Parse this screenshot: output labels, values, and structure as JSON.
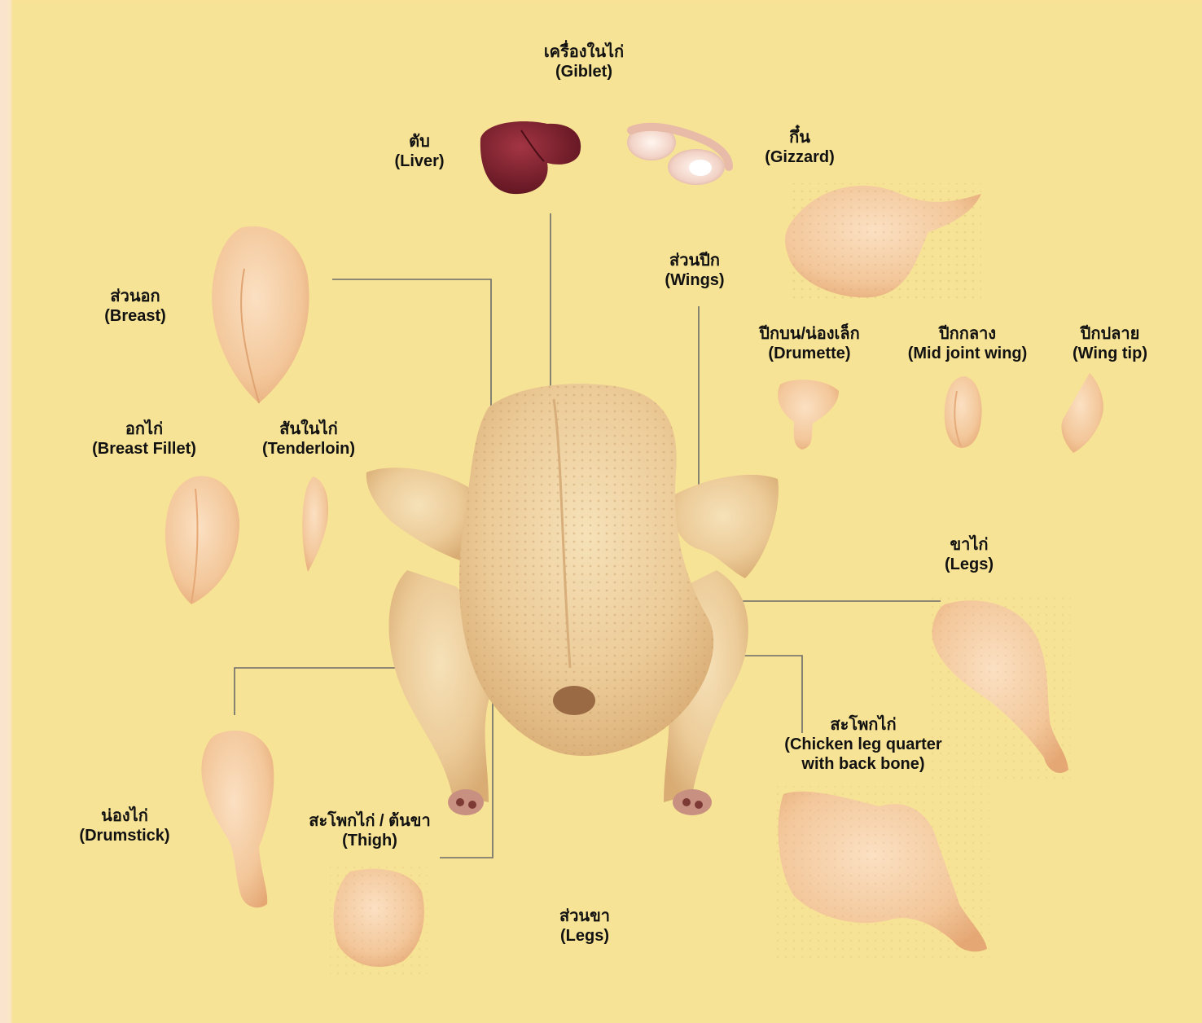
{
  "labels": {
    "giblet": {
      "th": "เครื่องในไก่",
      "en": "(Giblet)"
    },
    "liver": {
      "th": "ตับ",
      "en": "(Liver)"
    },
    "gizzard": {
      "th": "กึ๋น",
      "en": "(Gizzard)"
    },
    "breast": {
      "th": "ส่วนอก",
      "en": "(Breast)"
    },
    "wings": {
      "th": "ส่วนปีก",
      "en": "(Wings)"
    },
    "drumette": {
      "th": "ปีกบน/น่องเล็ก",
      "en": "(Drumette)"
    },
    "mid_joint": {
      "th": "ปีกกลาง",
      "en": "(Mid joint wing)"
    },
    "wing_tip": {
      "th": "ปีกปลาย",
      "en": "(Wing tip)"
    },
    "fillet": {
      "th": "อกไก่",
      "en": "(Breast Fillet)"
    },
    "tenderloin": {
      "th": "สันในไก่",
      "en": "(Tenderloin)"
    },
    "legs_right": {
      "th": "ขาไก่",
      "en": "(Legs)"
    },
    "leg_quarter": {
      "th": "สะโพกไก่",
      "en": "(Chicken leg quarter",
      "en2": "with back bone)"
    },
    "drumstick": {
      "th": "น่องไก่",
      "en": "(Drumstick)"
    },
    "thigh": {
      "th": "สะโพกไก่ / ต้นขา",
      "en": "(Thigh)"
    },
    "legs_bottom": {
      "th": "ส่วนขา",
      "en": "(Legs)"
    }
  },
  "colors": {
    "background": "#f7e395",
    "border": "#fbe3cf",
    "leader_line": "#6b6b6b",
    "raw_meat": "#f2cfa0",
    "liver": "#7a1f2b"
  },
  "images": {
    "center": "whole-raw-chicken",
    "pieces": [
      "liver",
      "gizzard",
      "whole-wing",
      "breast",
      "drumette",
      "mid-joint-wing",
      "wing-tip",
      "breast-fillet",
      "tenderloin",
      "leg",
      "drumstick",
      "thigh",
      "leg-quarter"
    ]
  }
}
